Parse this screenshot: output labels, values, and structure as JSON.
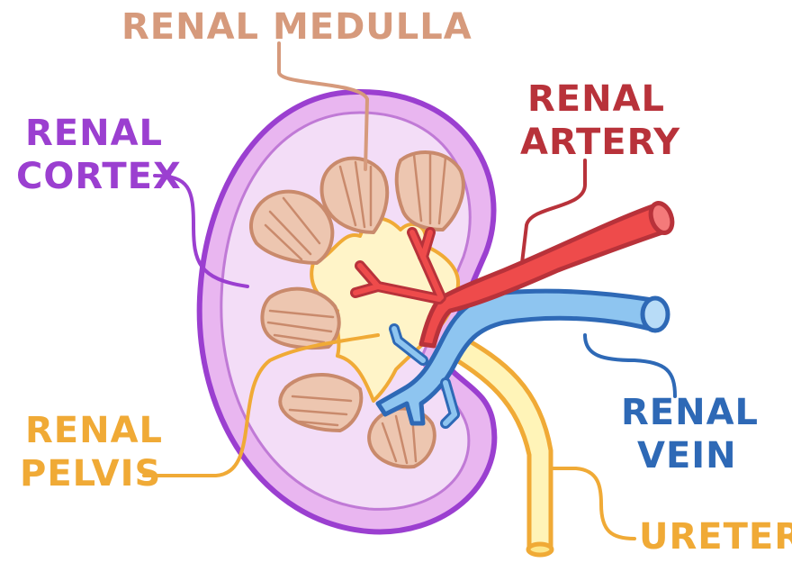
{
  "labels": {
    "renal_medulla": "RENAL MEDULLA",
    "renal_artery_1": "RENAL",
    "renal_artery_2": "ARTERY",
    "renal_cortex_1": "RENAL",
    "renal_cortex_2": "CORTEX",
    "renal_vein_1": "RENAL",
    "renal_vein_2": "VEIN",
    "renal_pelvis_1": "RENAL",
    "renal_pelvis_2": "PELVIS",
    "ureter": "URETER"
  },
  "colors": {
    "medulla": "#d69a7c",
    "artery": "#b8323a",
    "cortex": "#9b3fd0",
    "vein": "#2e69b6",
    "pelvis": "#f0aa36",
    "ureter": "#f0aa36"
  }
}
